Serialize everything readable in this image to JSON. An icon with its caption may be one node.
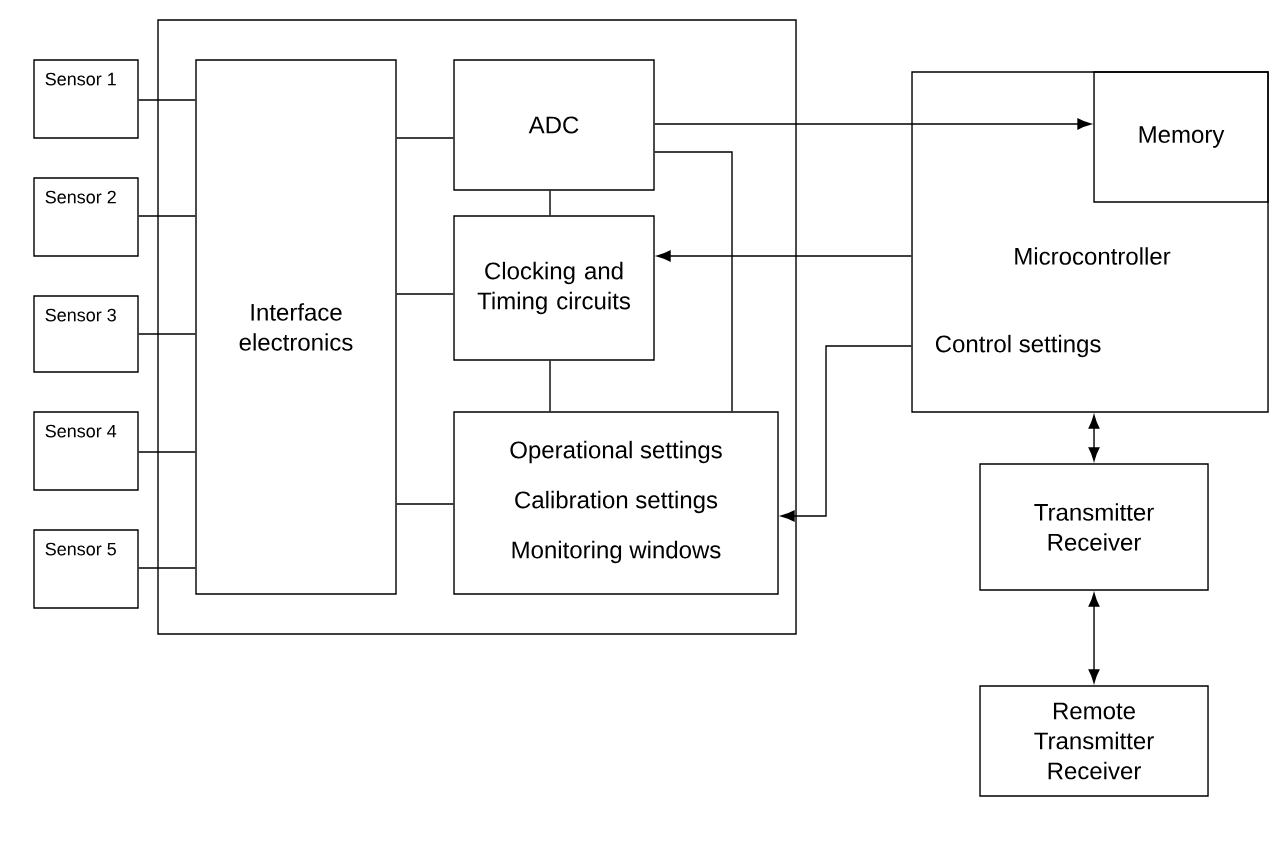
{
  "diagram": {
    "nodes": [
      {
        "text": [],
        "shape": "box"
      },
      {
        "text": [
          "Sensor 1"
        ]
      },
      {
        "text": [
          "Sensor 2"
        ]
      },
      {
        "text": [
          "Sensor 3"
        ]
      },
      {
        "text": [
          "Sensor 4"
        ]
      },
      {
        "text": [
          "Sensor 5"
        ]
      },
      {
        "text": [
          "Interface electronics"
        ],
        "in": 0
      },
      {
        "text": [
          "ADC"
        ],
        "in": 0
      },
      {
        "text": [
          "Clocking and Timing circuits"
        ],
        "in": 0
      },
      {
        "text": [
          "Operational settings",
          "Calibration settings",
          "Monitoring windows"
        ],
        "in": 0
      },
      {
        "text": [
          "Microcontroller",
          "Control settings"
        ]
      },
      {
        "text": [
          "Memory"
        ],
        "in": 10
      },
      {
        "text": [
          "Transmitter Receiver"
        ]
      },
      {
        "text": [
          "Remote Transmitter Receiver"
        ]
      }
    ],
    "edges": [
      {
        "from": 1,
        "to": 6,
        "arrow": "none"
      },
      {
        "from": 2,
        "to": 6,
        "arrow": "none"
      },
      {
        "from": 3,
        "to": 6,
        "arrow": "none"
      },
      {
        "from": 4,
        "to": 6,
        "arrow": "none"
      },
      {
        "from": 5,
        "to": 6,
        "arrow": "none"
      },
      {
        "from": 6,
        "to": 7,
        "arrow": "none"
      },
      {
        "from": 6,
        "to": 8,
        "arrow": "none"
      },
      {
        "from": 6,
        "to": 9,
        "arrow": "none"
      },
      {
        "from": 7,
        "to": 8,
        "arrow": "none"
      },
      {
        "from": 8,
        "to": 9,
        "arrow": "none"
      },
      {
        "from": 7,
        "to": 11,
        "arrow": "to"
      },
      {
        "from": 7,
        "to": 9,
        "arrow": "none"
      },
      {
        "from": 10,
        "to": 8,
        "arrow": "to"
      },
      {
        "from": 10,
        "to": 9,
        "arrow": "to"
      },
      {
        "from": 10,
        "to": 12,
        "arrow": "both"
      },
      {
        "from": 12,
        "to": 13,
        "arrow": "both"
      }
    ]
  }
}
